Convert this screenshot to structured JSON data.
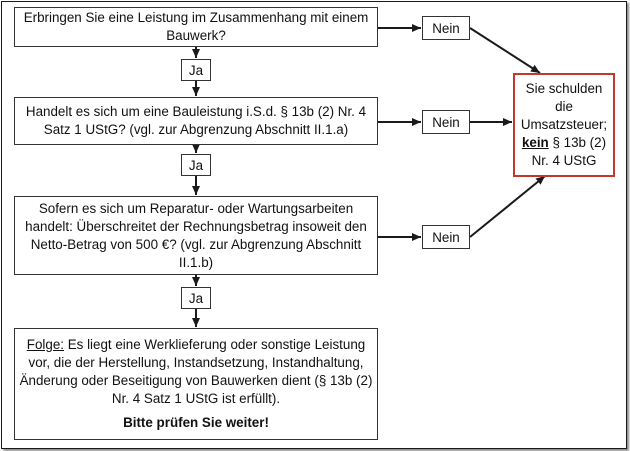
{
  "boxes": {
    "q1": "Erbringen Sie eine Leistung im Zusammenhang mit einem Bauwerk?",
    "q2": "Handelt es sich um eine Bauleistung i.S.d. § 13b (2) Nr. 4 Satz 1 UStG? (vgl. zur Abgrenzung Abschnitt II.1.a)",
    "q3": "Sofern es sich um Reparatur- oder Wartungsarbeiten handelt: Überschreitet der Rechnungsbetrag insoweit den Netto-Betrag von 500 €? (vgl. zur Abgrenzung Abschnitt II.1.b)",
    "result": {
      "lead": "Folge:",
      "text": " Es liegt eine Werklieferung oder sonstige Leistung vor, die der Herstellung, Instandsetzung, Instandhaltung, Änderung oder Beseitigung von Bauwerken dient (§ 13b (2) Nr. 4 Satz 1 UStG ist erfüllt).",
      "bold": "Bitte prüfen Sie weiter!"
    },
    "outcome": {
      "pre": "Sie schulden die Umsatzsteuer;",
      "kein": "kein",
      "post": " § 13b (2) Nr. 4 UStG"
    }
  },
  "labels": {
    "yes": "Ja",
    "no": "Nein"
  },
  "colors": {
    "outcome_border": "#c0392b",
    "line": "#1a1a1a"
  }
}
